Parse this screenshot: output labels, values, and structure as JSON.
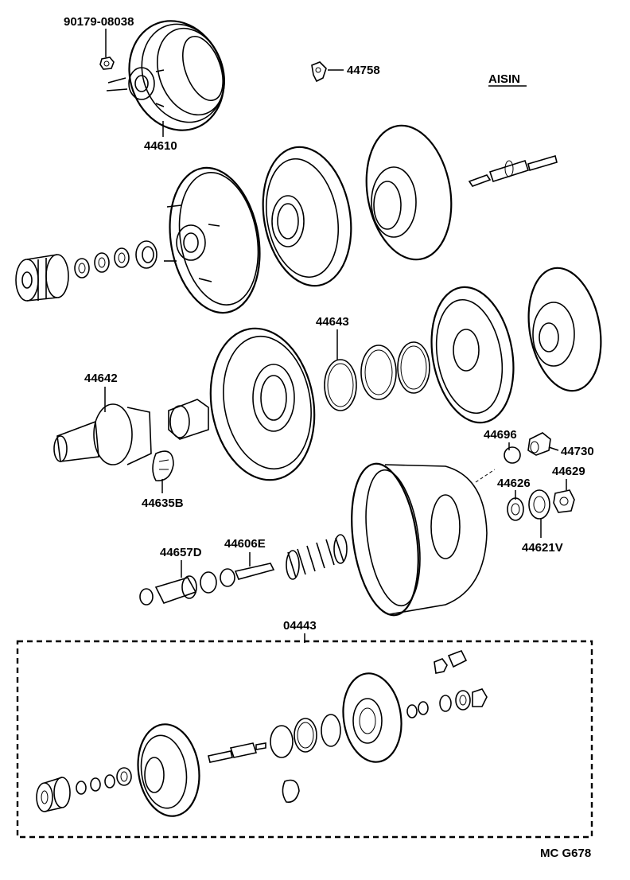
{
  "brand": "AISIN",
  "figure_code": "MC G678",
  "kit_label": "04443",
  "parts": {
    "p90179": "90179-08038",
    "p44610": "44610",
    "p44758": "44758",
    "p44643": "44643",
    "p44642": "44642",
    "p44635b": "44635B",
    "p44696": "44696",
    "p44730": "44730",
    "p44626": "44626",
    "p44629": "44629",
    "p44621v": "44621V",
    "p44657d": "44657D",
    "p44606e": "44606E"
  }
}
